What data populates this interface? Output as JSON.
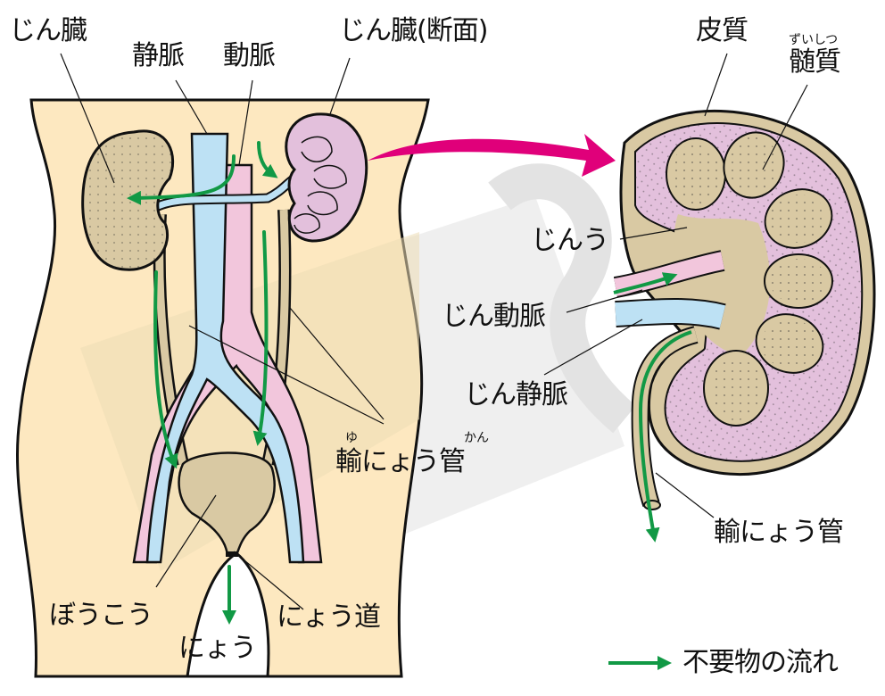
{
  "colors": {
    "body_skin": "#fde8c0",
    "body_skin_shadow": "#ecdcb4",
    "kidney_tan": "#d9c9a3",
    "kidney_pink": "#e3c0dc",
    "vein_blue": "#bde1f4",
    "artery_pink": "#f2c6dc",
    "waste_flow_green": "#119945",
    "zoom_arrow_magenta": "#e0007a",
    "watermark_gray": "#e6e6e6",
    "outline": "#111111"
  },
  "left_figure": {
    "labels": {
      "kidney": "じん臓",
      "vein": "静脈",
      "artery": "動脈",
      "kidney_cross_section": "じん臓(断面)",
      "ureter": "輸にょう管",
      "ureter_ruby_yu": "ゆ",
      "ureter_ruby_kan": "かん",
      "bladder": "ぼうこう",
      "urethra": "にょう道",
      "urine": "にょう"
    }
  },
  "right_figure": {
    "labels": {
      "cortex": "皮質",
      "medulla": "髄質",
      "medulla_ruby": "ずいしつ",
      "renal_pelvis": "じんう",
      "renal_artery": "じん動脈",
      "renal_vein": "じん静脈",
      "ureter": "輸にょう管"
    }
  },
  "legend": {
    "items": [
      {
        "icon": "green-arrow-icon",
        "label": "不要物の流れ"
      }
    ]
  }
}
